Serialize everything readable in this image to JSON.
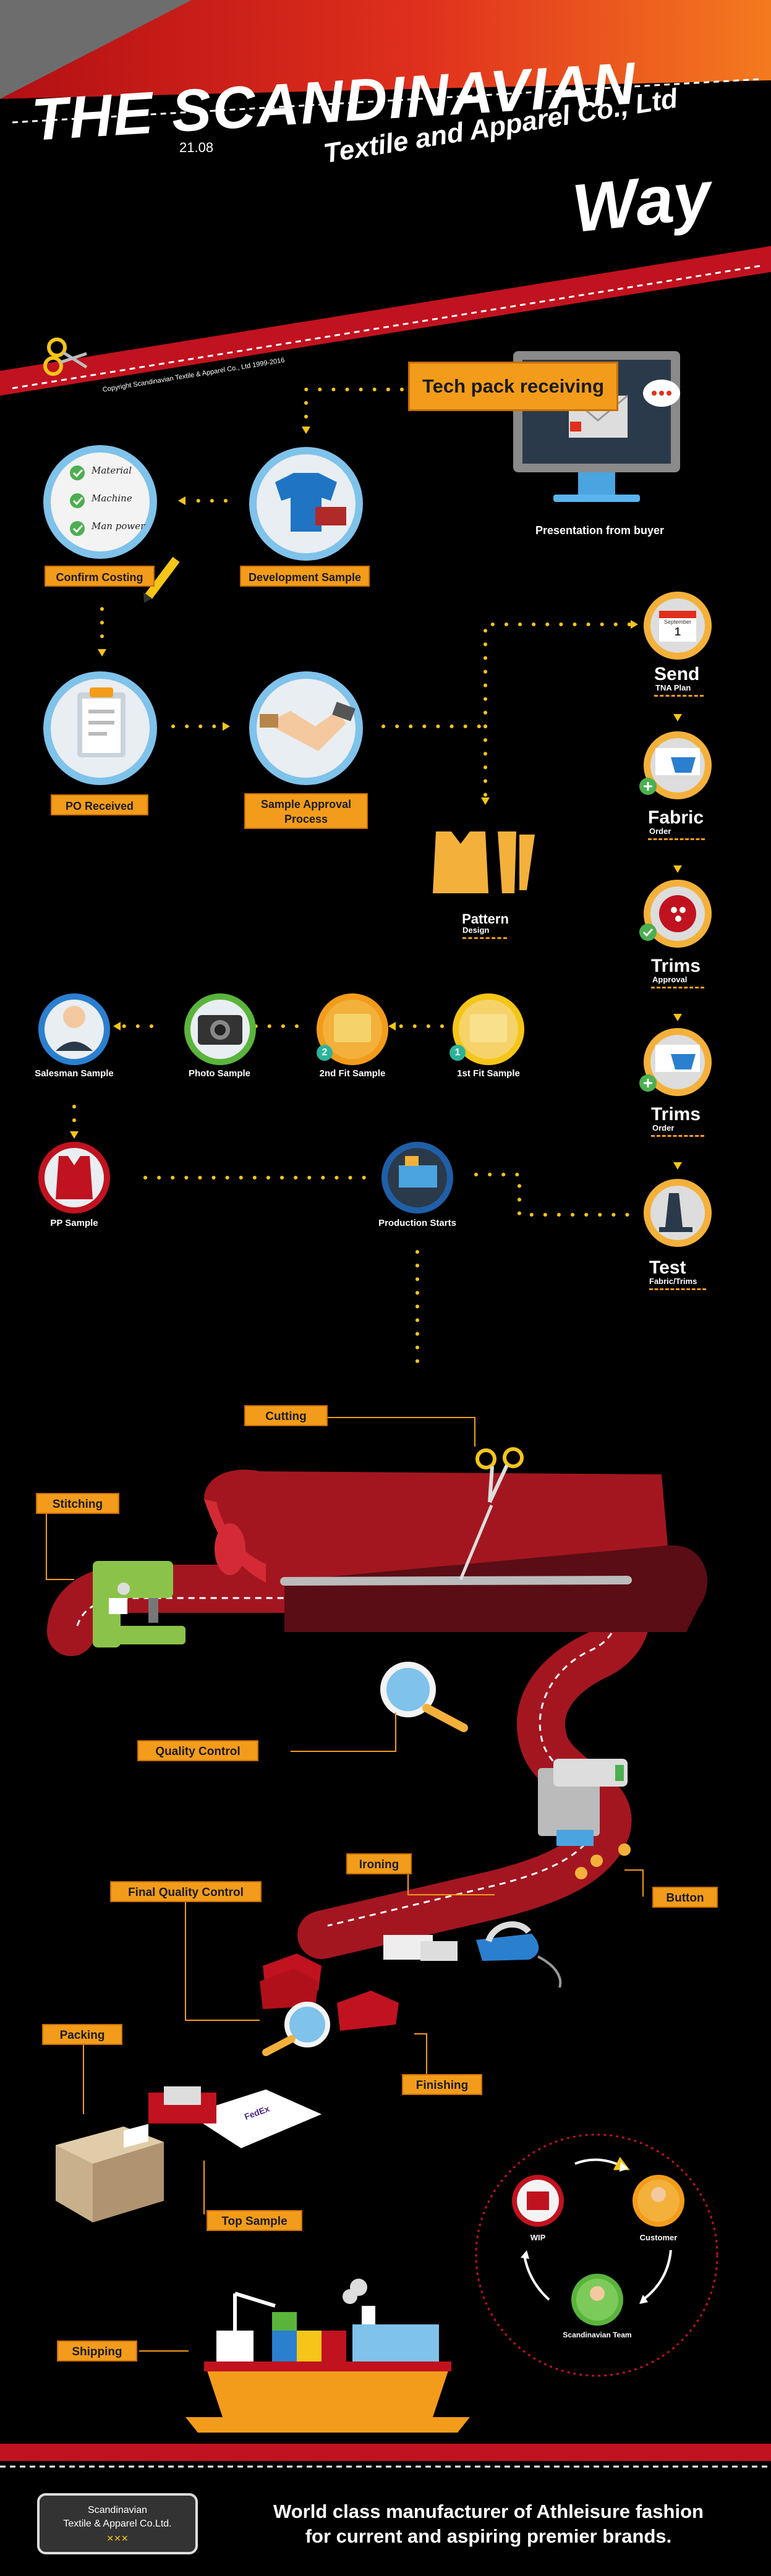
{
  "header": {
    "title_line1": "THE SCANDINAVIAN",
    "title_line2": "Textile and Apparel Co., Ltd",
    "title_line3": "Way",
    "date_stamp": "21.08",
    "copyright": "Copyright Scandinavian Textile & Apparel Co., Ltd 1999-2016"
  },
  "colors": {
    "accent_orange": "#f39c1b",
    "accent_red": "#c1121f",
    "road_red": "#a31620",
    "background": "#000000",
    "dot_yellow": "#f5c518"
  },
  "steps": {
    "tech_pack": "Tech pack receiving",
    "presentation": "Presentation from buyer",
    "development_sample": "Development Sample",
    "confirm_costing": "Confirm Costing",
    "po_received": "PO Received",
    "sample_approval": "Sample Approval Process",
    "pattern": "Pattern",
    "pattern_sub": "Design",
    "send": "Send",
    "send_sub": "TNA Plan",
    "fabric": "Fabric",
    "fabric_sub": "Order",
    "trims_approval": "Trims",
    "trims_approval_sub": "Approval",
    "trims_order": "Trims",
    "trims_order_sub": "Order",
    "test": "Test",
    "test_sub": "Fabric/Trims",
    "salesman_sample": "Salesman Sample",
    "photo_sample": "Photo Sample",
    "second_fit": "2nd Fit Sample",
    "first_fit": "1st Fit Sample",
    "pp_sample": "PP Sample",
    "production_starts": "Production Starts"
  },
  "checklist": [
    "Material",
    "Machine",
    "Man power"
  ],
  "calendar": {
    "month": "September",
    "day": "1"
  },
  "badges": {
    "first": "1",
    "second": "2"
  },
  "production": {
    "cutting": "Cutting",
    "stitching": "Stitching",
    "quality_control": "Quality Control",
    "ironing": "Ironing",
    "button": "Button",
    "final_qc": "Final Quality Control",
    "finishing": "Finishing",
    "packing": "Packing",
    "top_sample": "Top Sample",
    "shipping": "Shipping",
    "fedex": "FedEx"
  },
  "cycle": {
    "wip": "WIP",
    "customer": "Customer",
    "team": "Scandinavian Team"
  },
  "footer": {
    "logo_line1": "Scandinavian",
    "logo_line2": "Textile & Apparel Co.Ltd.",
    "tagline_line1": "World class manufacturer of Athleisure fashion",
    "tagline_line2": "for current and aspiring premier brands."
  }
}
